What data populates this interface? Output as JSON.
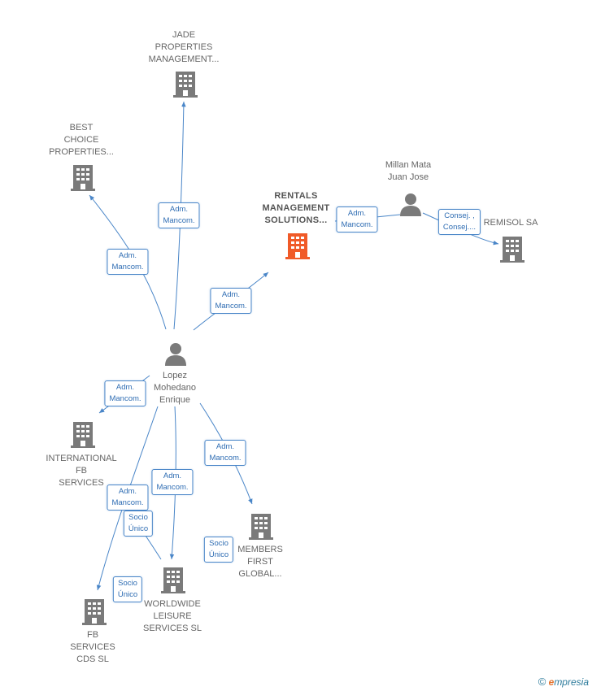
{
  "colors": {
    "edge": "#4a86c8",
    "building": "#7a7a7a",
    "building_main": "#f05a28",
    "person": "#7a7a7a"
  },
  "nodes": [
    {
      "id": "jade",
      "type": "company",
      "label": "JADE\nPROPERTIES\nMANAGEMENT..."
    },
    {
      "id": "best",
      "type": "company",
      "label": "BEST\nCHOICE\nPROPERTIES..."
    },
    {
      "id": "rentals",
      "type": "company-main",
      "label": "RENTALS\nMANAGEMENT\nSOLUTIONS..."
    },
    {
      "id": "millan",
      "type": "person",
      "label": "Millan Mata\nJuan Jose"
    },
    {
      "id": "remisol",
      "type": "company",
      "label": "REMISOL SA"
    },
    {
      "id": "lopez",
      "type": "person",
      "label": "Lopez\nMohedano\nEnrique"
    },
    {
      "id": "international",
      "type": "company",
      "label": "INTERNATIONAL\nFB\nSERVICES"
    },
    {
      "id": "members",
      "type": "company",
      "label": "MEMBERS\nFIRST\nGLOBAL..."
    },
    {
      "id": "worldwide",
      "type": "company",
      "label": "WORLDWIDE\nLEISURE\nSERVICES  SL"
    },
    {
      "id": "fbcds",
      "type": "company",
      "label": "FB\nSERVICES\nCDS  SL"
    }
  ],
  "edges": [
    {
      "id": "e1",
      "label": "Adm.\nMancom."
    },
    {
      "id": "e2",
      "label": "Adm.\nMancom."
    },
    {
      "id": "e3",
      "label": "Adm.\nMancom."
    },
    {
      "id": "e4",
      "label": "Adm.\nMancom."
    },
    {
      "id": "e5",
      "label": "Consej. ,\nConsej...."
    },
    {
      "id": "e6",
      "label": "Adm.\nMancom."
    },
    {
      "id": "e7",
      "label": "Adm.\nMancom."
    },
    {
      "id": "e8",
      "label": "Adm.\nMancom."
    },
    {
      "id": "e9",
      "label": "Adm.\nMancom."
    },
    {
      "id": "e10",
      "label": "Socio\nÚnico"
    },
    {
      "id": "e11",
      "label": "Socio\nÚnico"
    },
    {
      "id": "e12",
      "label": "Socio\nÚnico"
    }
  ],
  "brand": {
    "copyright": "©",
    "initial": "e",
    "rest": "mpresia"
  }
}
